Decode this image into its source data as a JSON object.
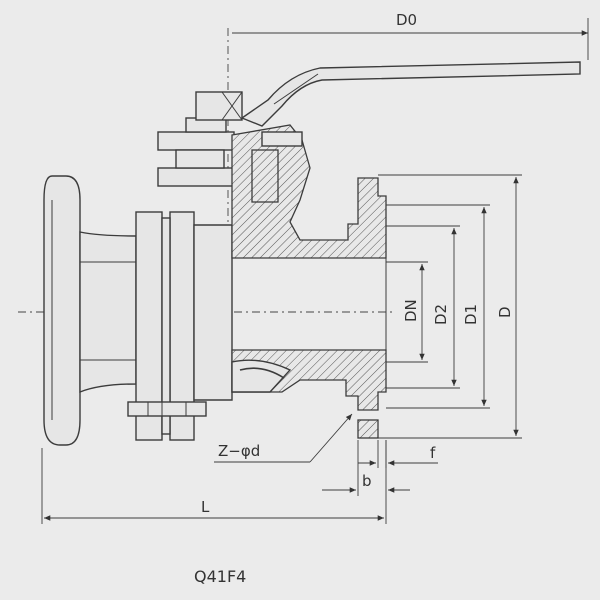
{
  "model": "Q41F4",
  "dimension_labels": {
    "d0": "D0",
    "dn": "DN",
    "d2": "D2",
    "d1": "D1",
    "d": "D",
    "l": "L",
    "b": "b",
    "f": "f",
    "zd": "Z−φd"
  }
}
